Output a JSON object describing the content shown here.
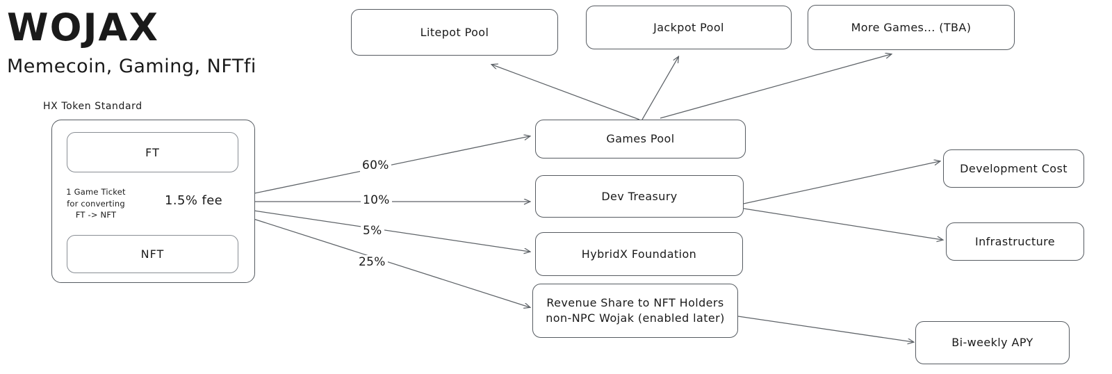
{
  "brand": {
    "title": "WOJAX",
    "subtitle": "Memecoin, Gaming, NFTfi"
  },
  "token_standard": {
    "label": "HX Token Standard",
    "ft_label": "FT",
    "nft_label": "NFT",
    "conversion_note": "1 Game Ticket\nfor converting\nFT -> NFT",
    "fee_label": "1.5% fee"
  },
  "distribution": {
    "games_pool_pct": "60%",
    "dev_treasury_pct": "10%",
    "foundation_pct": "5%",
    "revenue_share_pct": "25%"
  },
  "nodes": {
    "litepot_pool": "Litepot Pool",
    "jackpot_pool": "Jackpot Pool",
    "more_games": "More Games... (TBA)",
    "games_pool": "Games Pool",
    "dev_treasury": "Dev Treasury",
    "hybridx_foundation": "HybridX Foundation",
    "revenue_share": "Revenue Share to NFT Holders\nnon-NPC Wojak (enabled later)",
    "development_cost": "Development Cost",
    "infrastructure": "Infrastructure",
    "biweekly_apy": "Bi-weekly APY"
  },
  "colors": {
    "stroke": "#5d6267",
    "text": "#1a1a1a",
    "background": "#ffffff",
    "dashed_stroke": "#9aa0a6"
  }
}
